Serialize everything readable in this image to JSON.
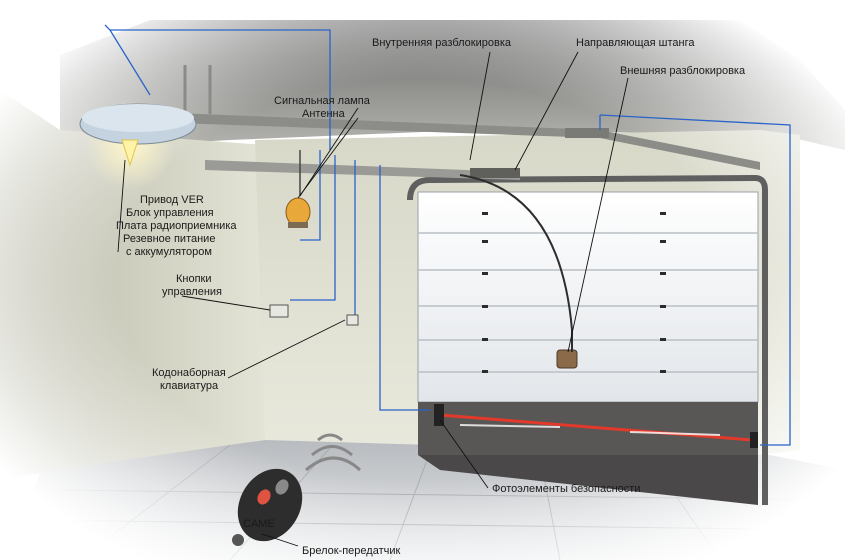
{
  "labels": {
    "inner_release": "Внутренняя разблокировка",
    "guide_rail": "Направляющая штанга",
    "outer_release": "Внешняя разблокировка",
    "signal_lamp": "Сигнальная лампа",
    "antenna": "Антенна",
    "drive": "Привод VER",
    "control_unit": "Блок управления",
    "radio_board": "Плата радиоприемника",
    "backup_power": "Резевное питание",
    "battery": "с аккумулятором",
    "buttons_line1": "Кнопки",
    "buttons_line2": "управления",
    "keypad_line1": "Кодонаборная",
    "keypad_line2": "клавиатура",
    "photocells": "Фотоэлементы безопасности",
    "remote": "Брелок-передатчик",
    "remote_brand": "CAME"
  },
  "colors": {
    "wire": "#2a63c9",
    "sensor_beam": "#e23a2a",
    "door_panel": "#eef1f4",
    "wall": "#e4e4d8",
    "floor": "#c9cccf"
  },
  "icons": {
    "drive": "garage-door-opener-icon",
    "lamp": "signal-lamp-icon",
    "remote": "remote-keyfob-icon"
  }
}
